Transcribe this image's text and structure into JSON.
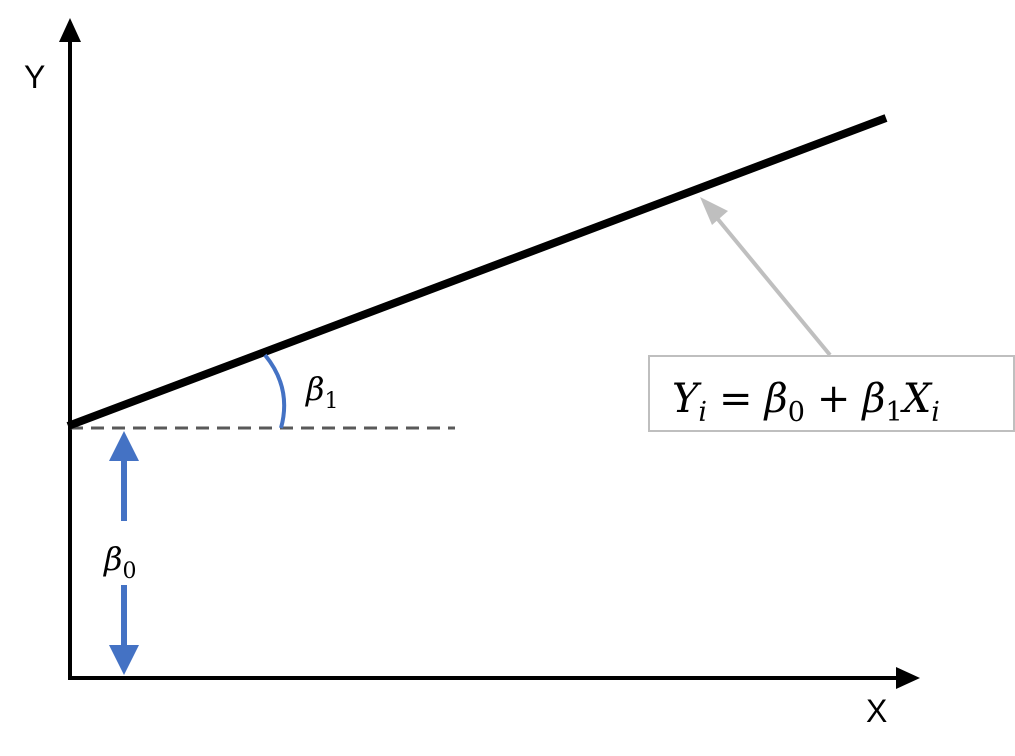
{
  "axes": {
    "x_label": "X",
    "y_label": "Y"
  },
  "annotations": {
    "slope_symbol": "β",
    "slope_subscript": "1",
    "intercept_symbol": "β",
    "intercept_subscript": "0"
  },
  "equation": {
    "y": "Y",
    "y_sub": "i",
    "equals": "=",
    "b0": "β",
    "b0_sub": "0",
    "plus": "+",
    "b1": "β",
    "b1_sub": "1",
    "x": "X",
    "x_sub": "i"
  },
  "colors": {
    "axis": "#000000",
    "regression_line": "#000000",
    "marker_blue": "#4472C4",
    "dashed_baseline": "#595959",
    "callout_arrow": "#BFBFBF",
    "callout_border": "#BFBFBF"
  }
}
